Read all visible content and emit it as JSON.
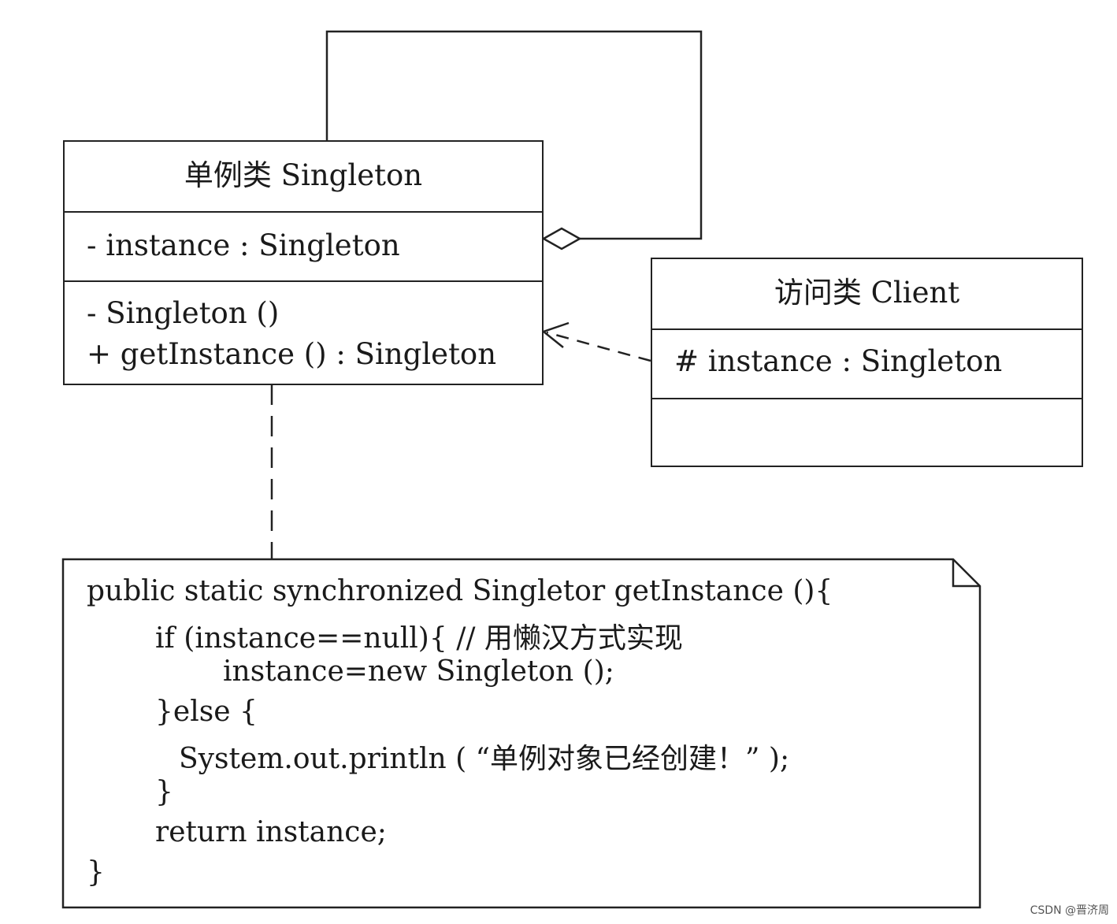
{
  "singleton_class": {
    "title": "单例类 Singleton",
    "attributes": [
      "- instance : Singleton"
    ],
    "operations": [
      "- Singleton ()",
      "+ getInstance () : Singleton"
    ]
  },
  "client_class": {
    "title": "访问类 Client",
    "attributes": [
      "# instance : Singleton"
    ],
    "operations": []
  },
  "note": {
    "lines": [
      "public static synchronized Singletor getInstance (){",
      "if (instance==null){ // 用懒汉方式实现",
      "instance=new Singleton ();",
      "}else {",
      "System.out.println ( “单例对象已经创建！” );",
      "}",
      "return instance;",
      "}"
    ]
  },
  "watermark": "CSDN @晋济周"
}
